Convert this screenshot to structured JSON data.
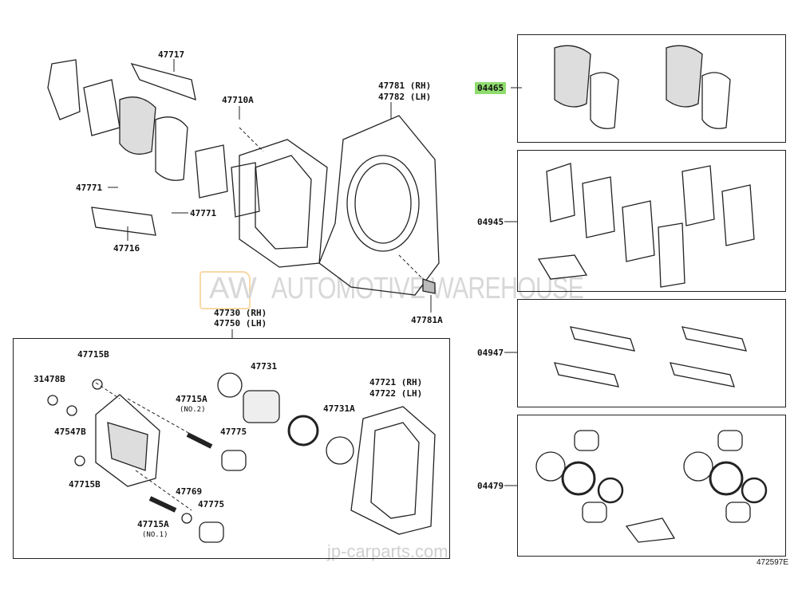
{
  "diagram_ref": "472597E",
  "watermarks": {
    "logo": "AW",
    "brand": "AUTOMOTIVE WAREHOUSE",
    "site": "jp-carparts.com"
  },
  "highlight_color": "#8fdc6e",
  "labels": {
    "p47717": "47717",
    "p47710A": "47710A",
    "p47781": "47781 (RH)",
    "p47782": "47782 (LH)",
    "p04465": "04465",
    "p47771a": "47771",
    "p47771b": "47771",
    "p47716": "47716",
    "p04945": "04945",
    "p47781A": "47781A",
    "p04947": "04947",
    "p47730": "47730 (RH)",
    "p47750": "47750 (LH)",
    "p47715B_top": "47715B",
    "p31478B": "31478B",
    "p47731": "47731",
    "p47715A_no2": "47715A",
    "no2": "(NO.2)",
    "p47731A": "47731A",
    "p47721": "47721 (RH)",
    "p47722": "47722 (LH)",
    "p47547B": "47547B",
    "p47775_a": "47775",
    "p04479": "04479",
    "p47715B_bot": "47715B",
    "p47769": "47769",
    "p47775_b": "47775",
    "p47715A_no1": "47715A",
    "no1": "(NO.1)"
  }
}
